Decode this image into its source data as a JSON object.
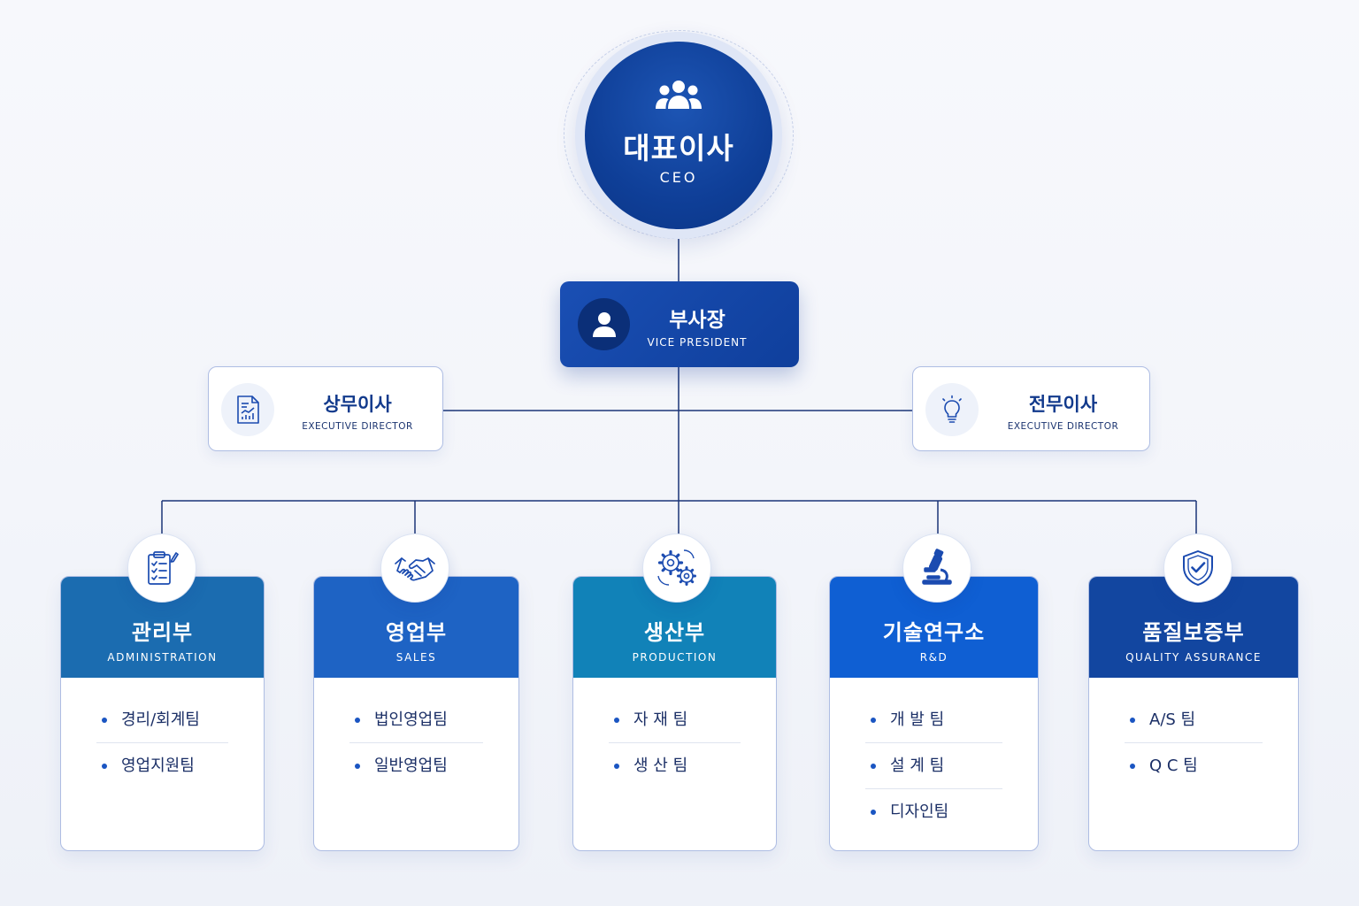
{
  "ceo": {
    "title_ko": "대표이사",
    "title_en": "CEO",
    "icon": "people-group-icon"
  },
  "vice_president": {
    "title_ko": "부사장",
    "title_en": "VICE PRESIDENT",
    "icon": "person-icon"
  },
  "directors": [
    {
      "title_ko": "상무이사",
      "title_en": "EXECUTIVE DIRECTOR",
      "icon": "report-document-icon"
    },
    {
      "title_ko": "전무이사",
      "title_en": "EXECUTIVE DIRECTOR",
      "icon": "lightbulb-icon"
    }
  ],
  "departments": [
    {
      "title_ko": "관리부",
      "title_en": "ADMINISTRATION",
      "color": "#1b6cb0",
      "icon": "clipboard-checklist-icon",
      "teams": [
        "경리/회계팀",
        "영업지원팀"
      ]
    },
    {
      "title_ko": "영업부",
      "title_en": "SALES",
      "color": "#1e63c4",
      "icon": "handshake-icon",
      "teams": [
        "법인영업팀",
        "일반영업팀"
      ]
    },
    {
      "title_ko": "생산부",
      "title_en": "PRODUCTION",
      "color": "#1182b8",
      "icon": "gears-icon",
      "teams": [
        "자 재 팀",
        "생 산 팀"
      ]
    },
    {
      "title_ko": "기술연구소",
      "title_en": "R&D",
      "color": "#0f5fd3",
      "icon": "microscope-icon",
      "teams": [
        "개 발 팀",
        "설 계 팀",
        "디자인팀"
      ]
    },
    {
      "title_ko": "품질보증부",
      "title_en": "QUALITY ASSURANCE",
      "color": "#1246a0",
      "icon": "shield-check-icon",
      "teams": [
        "A/S 팀",
        "Q C 팀"
      ]
    }
  ],
  "colors": {
    "primary": "#0f3f98",
    "connector": "#1b3577",
    "card_border": "#aebde3"
  }
}
